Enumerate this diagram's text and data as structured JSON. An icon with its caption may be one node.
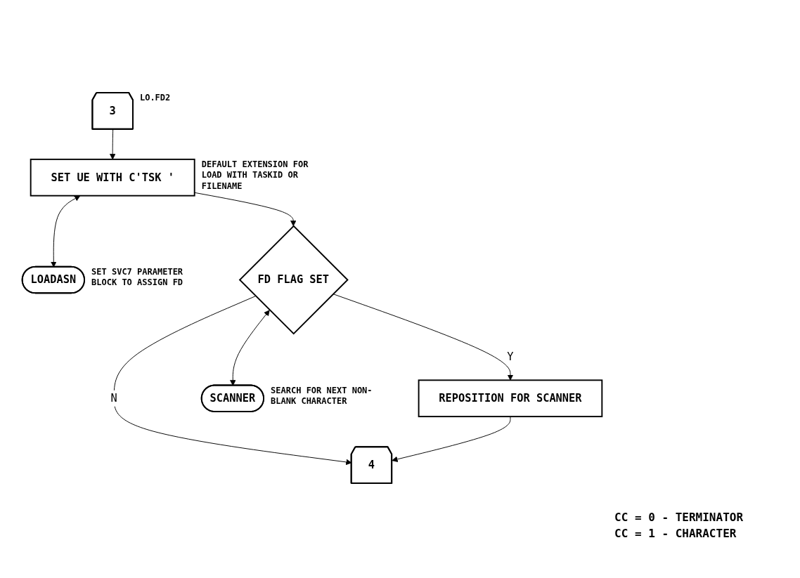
{
  "diagram": {
    "nodes": [
      {
        "text": [
          "3"
        ],
        "beside": [
          "LO.FD2"
        ]
      },
      {
        "text": [
          "SET UE WITH C'TSK '"
        ],
        "beside": [
          "DEFAULT EXTENSION FOR LOAD WITH TASKID OR FILENAME"
        ]
      },
      {
        "text": [
          "LOADASN"
        ],
        "beside": [
          "SET SVC7 PARAMETER BLOCK TO ASSIGN FD"
        ]
      },
      {
        "text": [
          "FD FLAG SET"
        ]
      },
      {
        "text": [
          "REPOSITION FOR SCANNER"
        ]
      },
      {
        "text": [
          "SCANNER"
        ],
        "beside": [
          "SEARCH FOR NEXT NON-BLANK CHARACTER"
        ]
      },
      {
        "text": [
          "4"
        ]
      }
    ],
    "edges": [
      {
        "from": 0,
        "to": 1,
        "arrow": "to"
      },
      {
        "from": 1,
        "to": 3,
        "arrow": "to"
      },
      {
        "from": 1,
        "to": 2,
        "arrow": "both"
      },
      {
        "from": 3,
        "to": 4,
        "label": "Y",
        "arrow": "to"
      },
      {
        "from": 3,
        "to": 6,
        "label": "N",
        "arrow": "to"
      },
      {
        "from": 4,
        "to": 6,
        "arrow": "to"
      },
      {
        "from": 3,
        "to": 5,
        "arrow": "both"
      }
    ],
    "labels": [
      "CC = 0 - TERMINATOR",
      "CC = 1 - CHARACTER"
    ]
  }
}
